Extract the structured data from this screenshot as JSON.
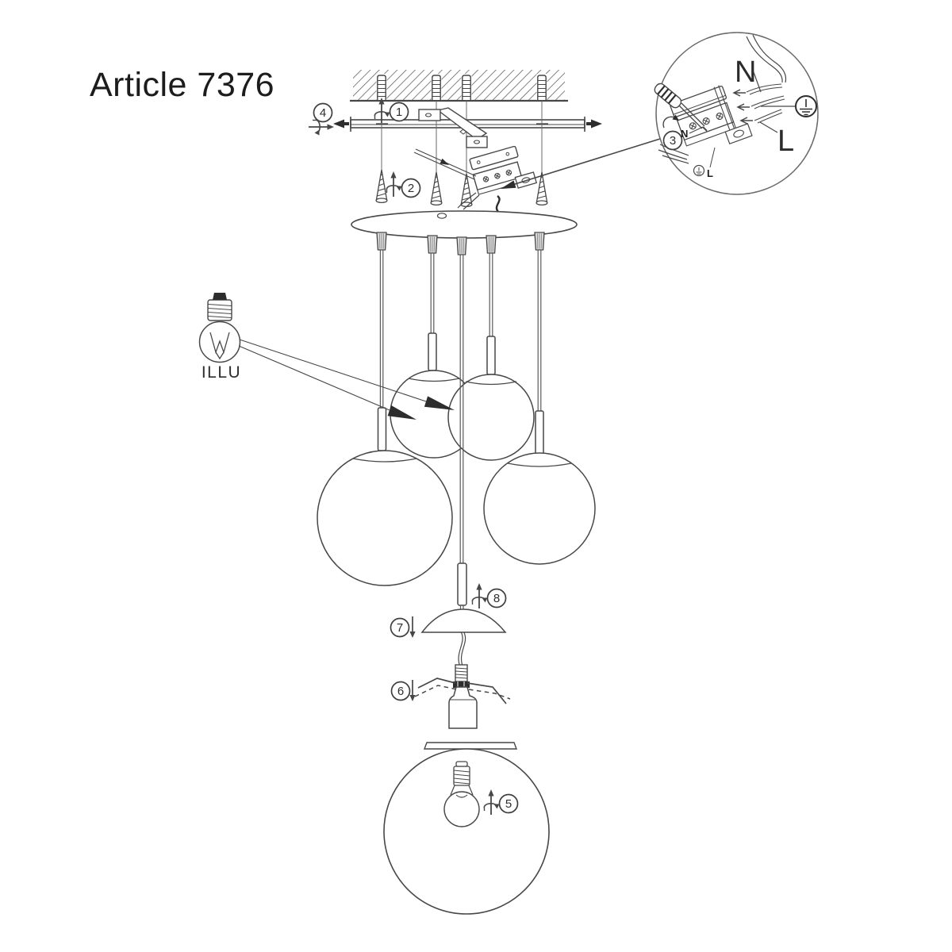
{
  "title": "Article 7376",
  "bulb": {
    "label": "ILLU"
  },
  "inset": {
    "neutral_label": "N",
    "live_label": "L",
    "terminal_neutral": "N",
    "terminal_live": "L"
  },
  "steps": {
    "s1": "1",
    "s2": "2",
    "s3": "3",
    "s4": "4",
    "s5": "5",
    "s6": "6",
    "s7": "7",
    "s8": "8"
  },
  "colors": {
    "line": "#474747",
    "dark": "#2d2d2d",
    "background": "#ffffff"
  }
}
